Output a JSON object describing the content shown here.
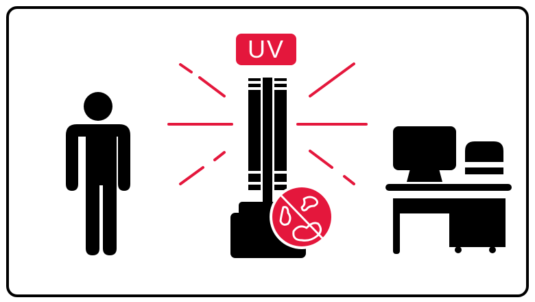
{
  "figure": {
    "description": "UV disinfection robot illustration between a person and a workstation",
    "colors": {
      "accent": "#e4173c",
      "ink": "#000000",
      "background": "#ffffff"
    }
  },
  "uv_device": {
    "label": "UV",
    "icon": "uv-lamp-tower-icon",
    "badge_icon": "no-germs-icon"
  },
  "left_figure": {
    "icon": "person-icon"
  },
  "right_figure": {
    "icon": "computer-desk-icon"
  },
  "rays": {
    "icon": "light-rays-icon",
    "count": 6
  }
}
